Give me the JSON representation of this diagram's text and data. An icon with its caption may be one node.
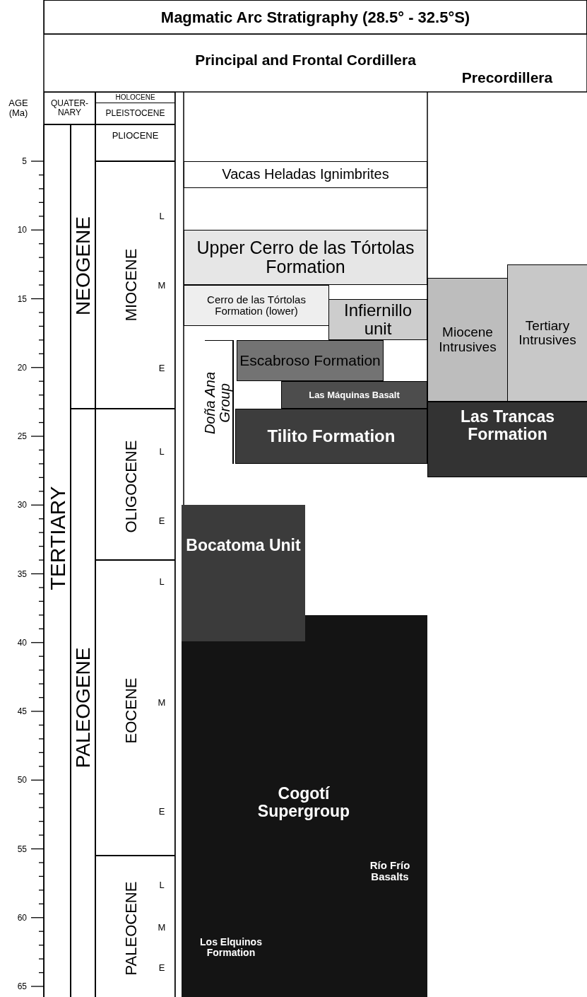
{
  "diagram": {
    "title": "Magmatic Arc Stratigraphy (28.5° - 32.5°S)",
    "nodes": [
      {
        "text": [
          "QUATER- NARY"
        ]
      },
      {
        "text": [
          "HOLOCENE"
        ]
      },
      {
        "text": [
          "PLEISTOCENE"
        ]
      },
      {
        "text": [
          "PLIOCENE"
        ]
      },
      {
        "text": [
          "TERTIARY"
        ]
      },
      {
        "text": [
          "NEOGENE"
        ]
      },
      {
        "text": [
          "MIOCENE"
        ]
      },
      {
        "text": [
          "OLIGOCENE"
        ]
      },
      {
        "text": [
          "PALEOGENE"
        ]
      },
      {
        "text": [
          "EOCENE"
        ]
      },
      {
        "text": [
          "PALEOCENE"
        ]
      },
      {
        "text": [
          "Vacas Heladas Ignimbrites"
        ]
      },
      {
        "text": [
          "Upper Cerro de las Tórtolas Formation"
        ]
      },
      {
        "text": [
          "Cerro de las Tórtolas Formation (lower)"
        ]
      },
      {
        "text": [
          "Infiernillo unit"
        ]
      },
      {
        "text": [
          "Miocene Intrusives"
        ]
      },
      {
        "text": [
          "Tertiary Intrusives"
        ]
      },
      {
        "text": [
          "Doña Ana Group"
        ]
      },
      {
        "text": [
          "Escabroso Formation"
        ]
      },
      {
        "text": [
          "Las Máquinas Basalt"
        ]
      },
      {
        "text": [
          "Tilito Formation"
        ]
      },
      {
        "text": [
          "Las Trancas Formation"
        ]
      },
      {
        "text": [
          "Bocatoma Unit"
        ]
      },
      {
        "text": [
          "Cogotí Supergroup",
          "Río Frío Basalts",
          "Los Elquinos Formation"
        ]
      }
    ],
    "labels": [
      "Principal and Frontal Cordillera",
      "Precordillera",
      "AGE (Ma)",
      "5",
      "L",
      "10",
      "M",
      "15",
      "20",
      "E",
      "25",
      "L",
      "30",
      "E",
      "35",
      "L",
      "40",
      "M",
      "45",
      "50",
      "E",
      "55",
      "L",
      "60",
      "M",
      "E",
      "65"
    ]
  }
}
